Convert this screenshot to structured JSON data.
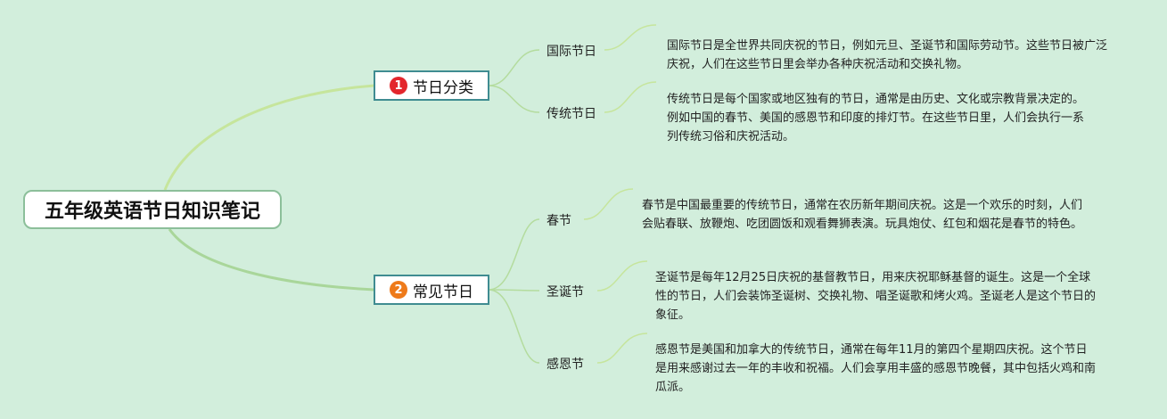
{
  "root": {
    "title": "五年级英语节日知识笔记"
  },
  "branches": [
    {
      "number": "1",
      "badge_color": "#e3262c",
      "label": "节日分类",
      "topics": [
        {
          "label": "国际节日",
          "description": "国际节日是全世界共同庆祝的节日，例如元旦、圣诞节和国际劳动节。这些节日被广泛庆祝，人们在这些节日里会举办各种庆祝活动和交换礼物。"
        },
        {
          "label": "传统节日",
          "description": "传统节日是每个国家或地区独有的节日，通常是由历史、文化或宗教背景决定的。例如中国的春节、美国的感恩节和印度的排灯节。在这些节日里，人们会执行一系列传统习俗和庆祝活动。"
        }
      ]
    },
    {
      "number": "2",
      "badge_color": "#ee7a1a",
      "label": "常见节日",
      "topics": [
        {
          "label": "春节",
          "description": "春节是中国最重要的传统节日，通常在农历新年期间庆祝。这是一个欢乐的时刻，人们会贴春联、放鞭炮、吃团圆饭和观看舞狮表演。玩具炮仗、红包和烟花是春节的特色。"
        },
        {
          "label": "圣诞节",
          "description": "圣诞节是每年12月25日庆祝的基督教节日，用来庆祝耶稣基督的诞生。这是一个全球性的节日，人们会装饰圣诞树、交换礼物、唱圣诞歌和烤火鸡。圣诞老人是这个节日的象征。"
        },
        {
          "label": "感恩节",
          "description": "感恩节是美国和加拿大的传统节日，通常在每年11月的第四个星期四庆祝。这个节日是用来感谢过去一年的丰收和祝福。人们会享用丰盛的感恩节晚餐，其中包括火鸡和南瓜派。"
        }
      ]
    }
  ],
  "colors": {
    "background": "#d2eedc",
    "main_link": "#c3e39a",
    "sub_link": "#b0dc9a",
    "branch_border": "#3f8c91"
  }
}
